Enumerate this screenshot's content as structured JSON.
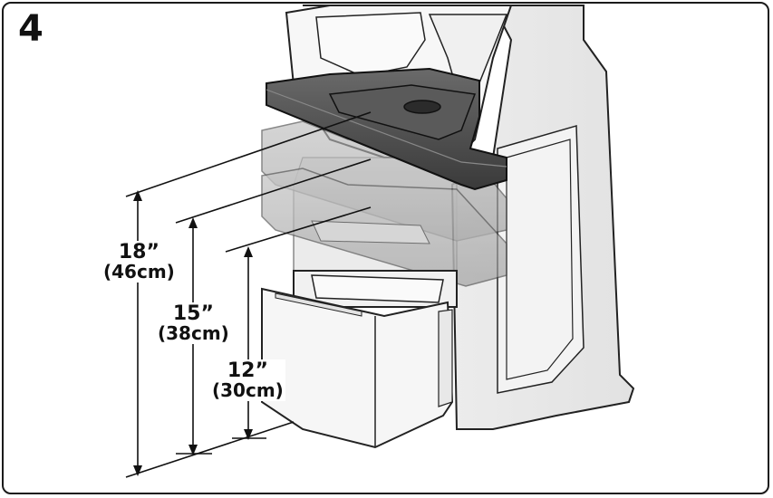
{
  "step_number": "4",
  "dimensions": [
    {
      "imperial": "18”",
      "metric": "(46cm)"
    },
    {
      "imperial": "15”",
      "metric": "(38cm)"
    },
    {
      "imperial": "12”",
      "metric": "(30cm)"
    }
  ]
}
